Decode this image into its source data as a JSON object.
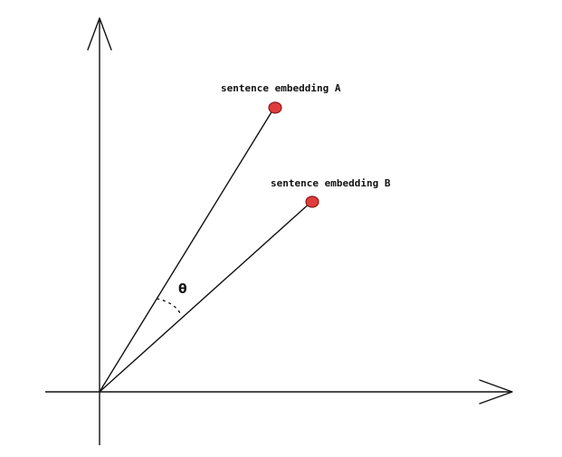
{
  "diagram": {
    "angle_label": "θ",
    "points": [
      {
        "id": "a",
        "label": "sentence embedding A"
      },
      {
        "id": "b",
        "label": "sentence embedding B"
      }
    ],
    "colors": {
      "line": "#111111",
      "point_fill": "#e03c3c",
      "point_stroke": "#8b1a1a",
      "background": "#ffffff"
    }
  }
}
